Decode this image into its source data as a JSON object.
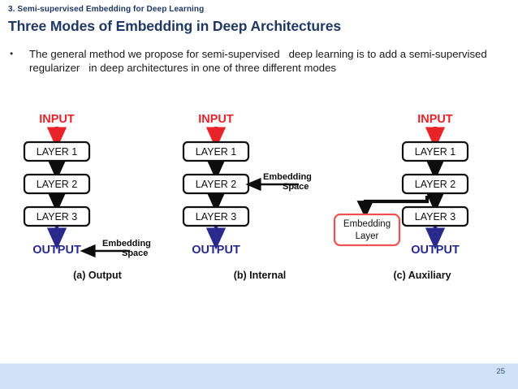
{
  "header": {
    "kicker": "3. Semi-supervised Embedding for Deep Learning",
    "title": "Three Modes of Embedding in Deep Architectures",
    "title_color": "#1f3864"
  },
  "body": {
    "bullet_marker": "•",
    "bullet_text": "The general method we propose for semi-supervised   deep learning is to add a semi-supervised regularizer   in deep architectures in one of three different modes"
  },
  "figure": {
    "colors": {
      "input": "#e8242a",
      "output": "#2a2a8c",
      "box_stroke": "#111111",
      "arrow_black": "#0d0d0d",
      "embedding_box_stroke": "#ef5350"
    },
    "panels": [
      {
        "id": "output",
        "caption": "(a) Output",
        "input_label": "INPUT",
        "output_label": "OUTPUT",
        "layers": [
          "LAYER 1",
          "LAYER 2",
          "LAYER 3"
        ],
        "annotation_line1": "Embedding",
        "annotation_line2": "Space",
        "annotation_target": "OUTPUT"
      },
      {
        "id": "internal",
        "caption": "(b) Internal",
        "input_label": "INPUT",
        "output_label": "OUTPUT",
        "layers": [
          "LAYER 1",
          "LAYER 2",
          "LAYER 3"
        ],
        "annotation_line1": "Embedding",
        "annotation_line2": "Space",
        "annotation_target": "LAYER 2"
      },
      {
        "id": "auxiliary",
        "caption": "(c) Auxiliary",
        "input_label": "INPUT",
        "output_label": "OUTPUT",
        "layers": [
          "LAYER 1",
          "LAYER 2",
          "LAYER 3"
        ],
        "embedding_box_line1": "Embedding",
        "embedding_box_line2": "Layer",
        "annotation_target": "LAYER 2"
      }
    ]
  },
  "footer": {
    "page_number": "25",
    "bar_color": "#cfe2f7"
  }
}
